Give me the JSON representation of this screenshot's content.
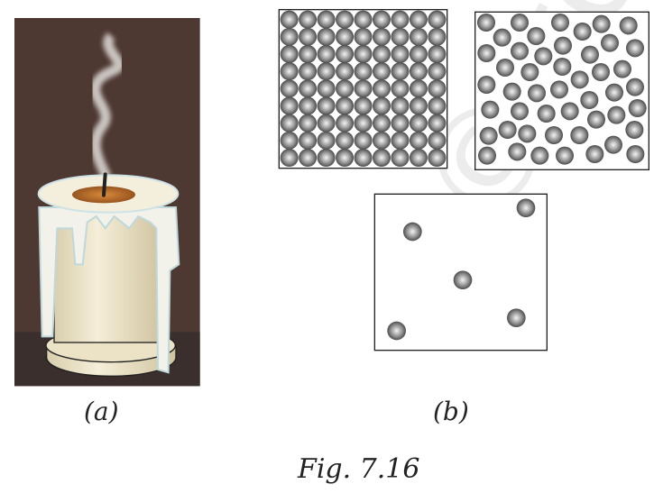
{
  "figure": {
    "label_a": "(a)",
    "label_b": "(b)",
    "caption": "Fig. 7.16",
    "watermark": "© to be"
  },
  "panels": {
    "a": {
      "subject": "candle"
    },
    "b": {
      "solid": {
        "rows": 9,
        "cols": 9
      },
      "liquid": {
        "particle_count": 48
      },
      "gas": {
        "particle_count": 5
      }
    }
  },
  "colors": {
    "background_panel": "#4e3832",
    "table": "#3a2f2c",
    "wax": "#efe6cc",
    "particle_dark": "#3a3a3a",
    "particle_light": "#f2f2f2"
  }
}
